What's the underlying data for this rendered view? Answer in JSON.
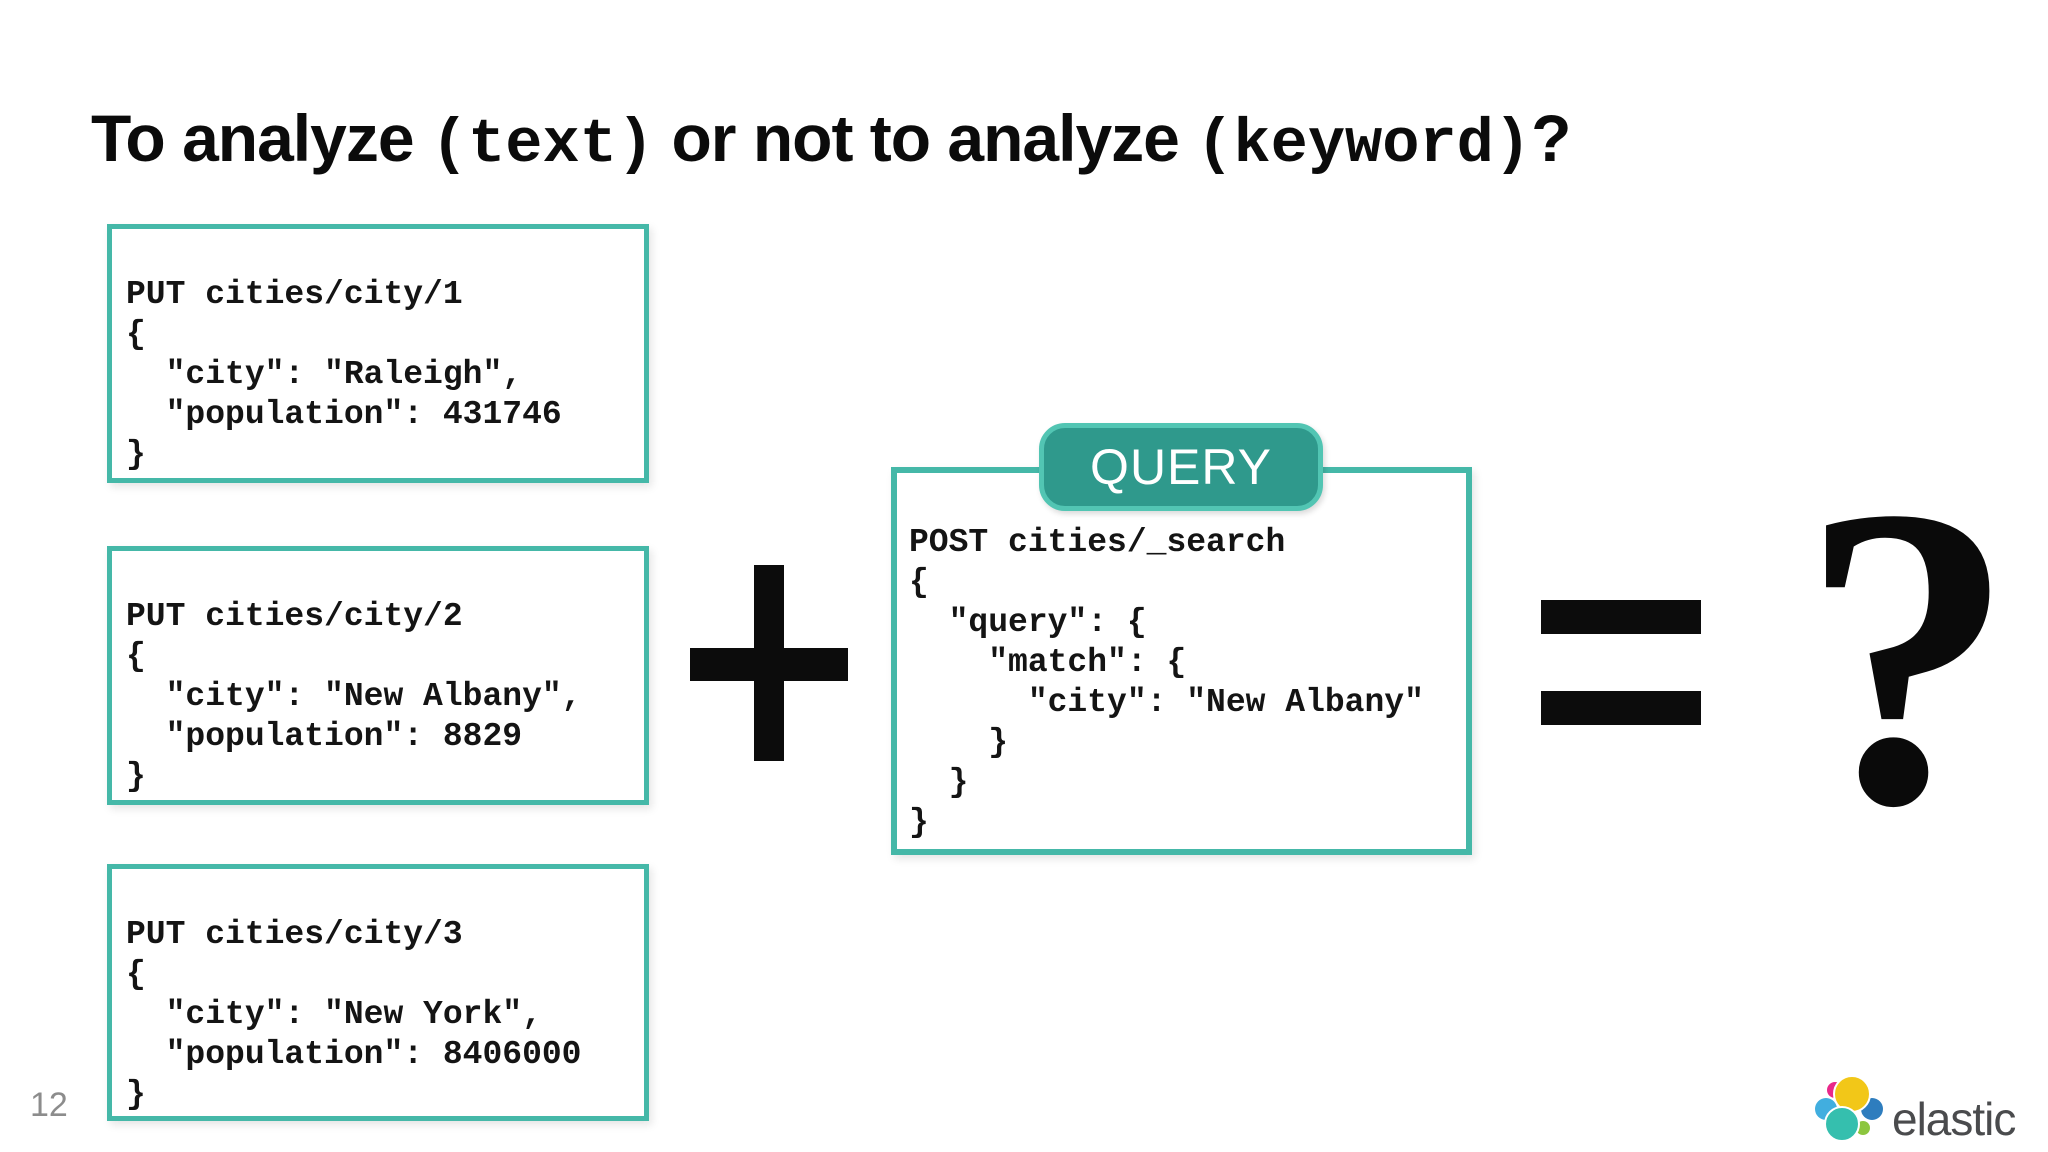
{
  "title": {
    "full": "To analyze (text) or not to analyze (keyword)?",
    "segments": [
      {
        "text": "To analyze ",
        "font": "sans"
      },
      {
        "text": "(text)",
        "font": "mono"
      },
      {
        "text": " or not to analyze ",
        "font": "sans"
      },
      {
        "text": "(keyword)",
        "font": "mono"
      },
      {
        "text": "?",
        "font": "sans"
      }
    ]
  },
  "documents": [
    {
      "code": "PUT cities/city/1\n{\n  \"city\": \"Raleigh\",\n  \"population\": 431746\n}"
    },
    {
      "code": "PUT cities/city/2\n{\n  \"city\": \"New Albany\",\n  \"population\": 8829\n}"
    },
    {
      "code": "PUT cities/city/3\n{\n  \"city\": \"New York\",\n  \"population\": 8406000\n}"
    }
  ],
  "query": {
    "badge_label": "QUERY",
    "code": "POST cities/_search\n{\n  \"query\": {\n    \"match\": {\n      \"city\": \"New Albany\"\n    }\n  }\n}"
  },
  "operators": {
    "plus": "+",
    "equals": "=",
    "question": "?"
  },
  "footer": {
    "page_number": "12",
    "logo_text": "elastic"
  },
  "colors": {
    "box_border": "#45B8A8",
    "badge_fill": "#2F998C",
    "badge_border": "#52C5B3",
    "code_text": "#141414",
    "operator_black": "#0C0C0C",
    "page_number": "#8C8C8C",
    "logo_text": "#4A4B4D"
  },
  "logo": {
    "colors": {
      "yellow": "#F2C718",
      "pink": "#E9288A",
      "light_blue": "#41AEDF",
      "dark_blue": "#2E7DBE",
      "teal": "#35BFAE",
      "green": "#8CC63F"
    }
  }
}
